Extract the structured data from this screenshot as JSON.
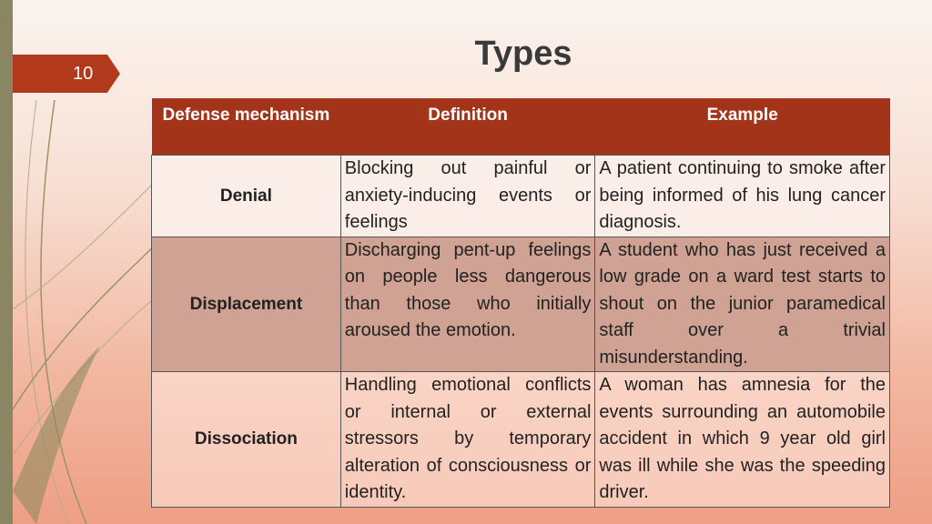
{
  "slide": {
    "number": "10",
    "title": "Types"
  },
  "table": {
    "headers": [
      "Defense mechanism",
      "Definition",
      "Example"
    ],
    "rows": [
      {
        "mechanism": "Denial",
        "definition": "Blocking out painful or anxiety-inducing events or feelings",
        "example": "A patient continuing to smoke after being informed of his lung cancer diagnosis."
      },
      {
        "mechanism": "Displacement",
        "definition": "Discharging pent-up feelings on people less dangerous than those who initially aroused the emotion.",
        "example": "A student who has just received a low grade on a ward test starts to shout on the junior paramedical staff over a trivial misunderstanding."
      },
      {
        "mechanism": "Dissociation",
        "definition": "Handling emotional conflicts or internal or external stressors by temporary alteration of consciousness or identity.",
        "example": "A woman has amnesia for the events surrounding an automobile accident in which 9 year old girl was ill while she was the speeding driver."
      }
    ]
  },
  "colors": {
    "header_bg": "#a3341a",
    "slide_number_bg": "#b3391c",
    "left_bar": "#8a8664",
    "title_text": "#3a3a3a"
  }
}
